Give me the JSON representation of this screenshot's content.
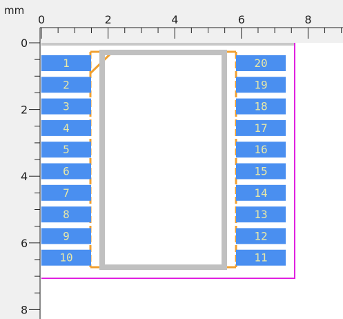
{
  "ruler": {
    "unit_label": "mm",
    "top_ticks": [
      "0",
      "2",
      "4",
      "6",
      "8"
    ],
    "left_ticks": [
      "0",
      "2",
      "4",
      "6",
      "8"
    ]
  },
  "footprint": {
    "pads_left": [
      "1",
      "2",
      "3",
      "4",
      "5",
      "6",
      "7",
      "8",
      "9",
      "10"
    ],
    "pads_right": [
      "20",
      "19",
      "18",
      "17",
      "16",
      "15",
      "14",
      "13",
      "12",
      "11"
    ]
  },
  "colors": {
    "ruler_bg": "#f0f0f0",
    "canvas_bg": "#ffffff",
    "pad_fill": "#4a8ff0",
    "pad_text": "#e8e8a8",
    "silkscreen": "#c0c0c0",
    "courtyard": "#f0a030",
    "board_outline": "#e020e0",
    "tick_color": "#222222"
  }
}
